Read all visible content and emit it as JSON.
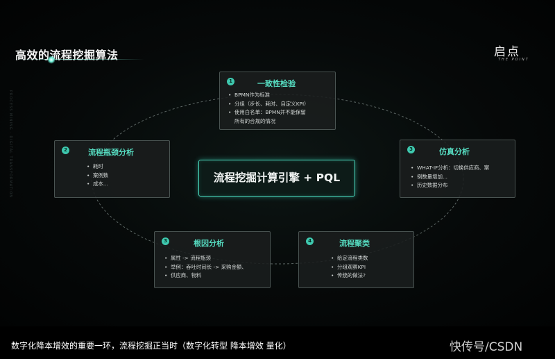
{
  "slide": {
    "title": "高效的流程挖掘算法",
    "logo": "启点",
    "logo_sub": "THE POINT",
    "side_text": "PROCESS MINING · DIGITAL TRANSFORMATION"
  },
  "center": {
    "label": "流程挖掘计算引擎 + PQL"
  },
  "nodes": [
    {
      "num": "1",
      "title": "一致性检验",
      "items": [
        "BPMN作为标准",
        "分组（步长、耗时、自定义KPI）",
        "使用白名单：BPMN并不能保留",
        "所有的合规的情况"
      ]
    },
    {
      "num": "2",
      "title": "流程瓶颈分析",
      "items": [
        "耗时",
        "案例数",
        "成本..."
      ]
    },
    {
      "num": "3",
      "title": "仿真分析",
      "items": [
        "WHAT-IF分析：切换供应商、案",
        "例数量增加...",
        "历史数据分布"
      ]
    },
    {
      "num": "3",
      "title": "根因分析",
      "items": [
        "属性 -> 流程瓶颈",
        "举例：吞吐时间长 -> 采购金额、",
        "供应商、物料"
      ]
    },
    {
      "num": "4",
      "title": "流程聚类",
      "items": [
        "给定流程类数",
        "分组观察KPI",
        "传统的做法?"
      ]
    }
  ],
  "caption": "数字化降本增效的重要一环，流程挖掘正当时（数字化转型  降本增效  量化）",
  "watermark": "快传号/CSDN",
  "colors": {
    "accent": "#56dcc1",
    "badge": "#3ec8ae",
    "background": "#060909"
  }
}
